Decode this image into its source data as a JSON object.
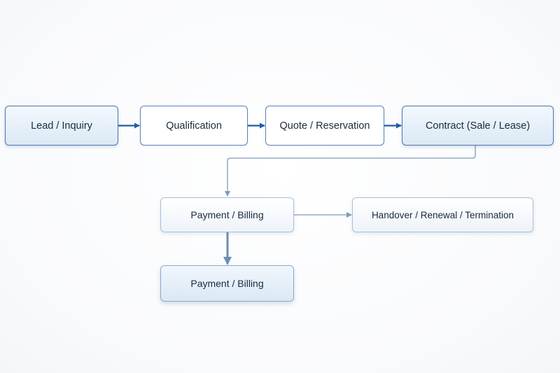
{
  "nodes": {
    "lead": {
      "label": "Lead / Inquiry"
    },
    "qualification": {
      "label": "Qualification"
    },
    "quote": {
      "label": "Quote / Reservation"
    },
    "contract": {
      "label": "Contract (Sale / Lease)"
    },
    "payment_primary": {
      "label": "Payment / Billing"
    },
    "handover": {
      "label": "Handover / Renewal / Termination"
    },
    "payment_secondary": {
      "label": "Payment / Billing"
    }
  },
  "colors": {
    "strong_arrow": "#1f5ea8",
    "soft_arrow": "#7f9bbd",
    "heavy_arrow": "#6f8cb3",
    "text": "#1b2a3e"
  }
}
